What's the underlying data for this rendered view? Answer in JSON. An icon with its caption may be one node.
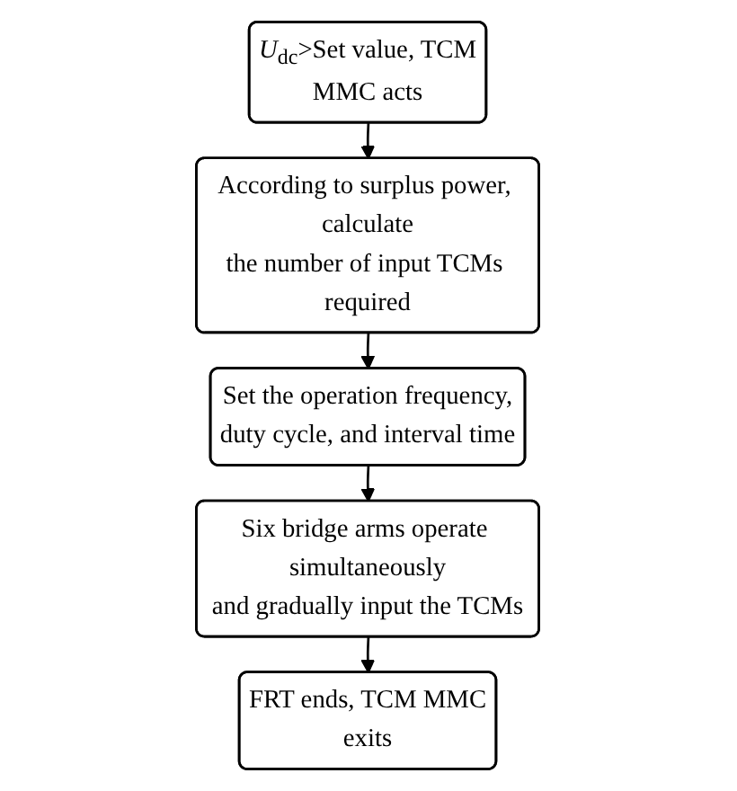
{
  "diagram": {
    "nodes": [
      {
        "text": [
          "*U*$_{dc}$>Set value, TCM MMC acts"
        ]
      },
      {
        "text": [
          "According to surplus power, calculate the number of input TCMs required"
        ]
      },
      {
        "text": [
          "Set the operation frequency, duty cycle, and interval time"
        ]
      },
      {
        "text": [
          "Six bridge arms operate simultaneously and gradually input the TCMs"
        ]
      },
      {
        "text": [
          "FRT ends, TCM MMC exits"
        ]
      }
    ],
    "edges": [
      {
        "from": 0,
        "to": 1,
        "arrow": "to"
      },
      {
        "from": 1,
        "to": 2,
        "arrow": "to"
      },
      {
        "from": 2,
        "to": 3,
        "arrow": "to"
      },
      {
        "from": 3,
        "to": 4,
        "arrow": "to"
      }
    ]
  }
}
